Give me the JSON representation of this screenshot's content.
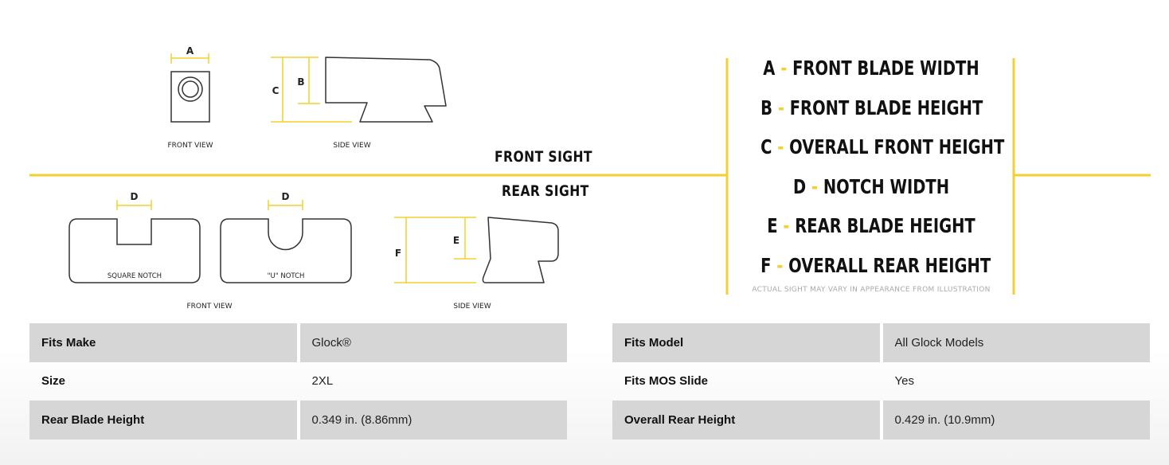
{
  "colors": {
    "accent": "#f2d02f",
    "stroke": "#333333",
    "row_shade": "#d6d6d6"
  },
  "diagram": {
    "front_sight": {
      "title": "FRONT SIGHT",
      "front_view_label": "FRONT VIEW",
      "side_view_label": "SIDE VIEW",
      "dim_a": "A",
      "dim_b": "B",
      "dim_c": "C"
    },
    "rear_sight": {
      "title": "REAR SIGHT",
      "front_view_label": "FRONT VIEW",
      "side_view_label": "SIDE VIEW",
      "square_notch_label": "SQUARE NOTCH",
      "u_notch_label": "\"U\" NOTCH",
      "dim_d": "D",
      "dim_e": "E",
      "dim_f": "F"
    }
  },
  "legend": {
    "items": [
      {
        "letter": "A",
        "dash": "-",
        "text": "FRONT BLADE WIDTH"
      },
      {
        "letter": "B",
        "dash": "-",
        "text": "FRONT BLADE HEIGHT"
      },
      {
        "letter": "C",
        "dash": "-",
        "text": "OVERALL FRONT HEIGHT"
      },
      {
        "letter": "D",
        "dash": "-",
        "text": "NOTCH WIDTH"
      },
      {
        "letter": "E",
        "dash": "-",
        "text": "REAR BLADE HEIGHT"
      },
      {
        "letter": "F",
        "dash": "-",
        "text": "OVERALL REAR HEIGHT"
      }
    ],
    "note": "ACTUAL SIGHT MAY VARY IN APPEARANCE FROM ILLUSTRATION"
  },
  "specs_left": [
    {
      "label": "Fits Make",
      "value": "Glock®"
    },
    {
      "label": "Size",
      "value": "2XL"
    },
    {
      "label": "Rear Blade Height",
      "value": "0.349 in. (8.86mm)"
    }
  ],
  "specs_right": [
    {
      "label": "Fits Model",
      "value": "All Glock Models"
    },
    {
      "label": "Fits MOS Slide",
      "value": "Yes"
    },
    {
      "label": "Overall Rear Height",
      "value": "0.429 in. (10.9mm)"
    }
  ]
}
